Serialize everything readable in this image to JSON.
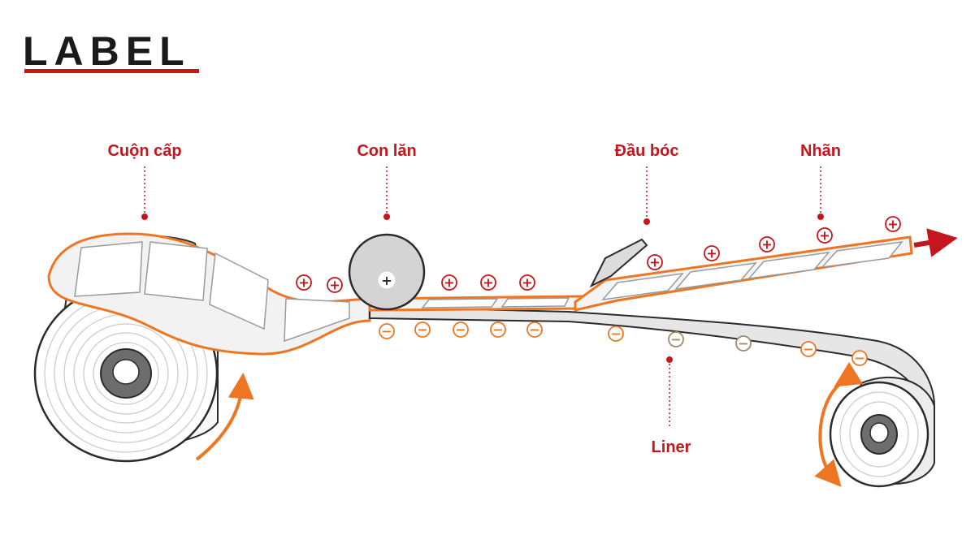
{
  "logo": {
    "text": "LABEL"
  },
  "callouts": {
    "supply_roll": "Cuộn cấp",
    "roller": "Con lăn",
    "peel_head": "Đầu bóc",
    "label": "Nhãn",
    "liner": "Liner"
  },
  "signs": {
    "plus": "+",
    "minus": "−"
  },
  "colors": {
    "brand_red": "#c4161c",
    "accent_orange": "#ee7623",
    "outline": "#2b2b2b",
    "roller_fill": "#d4d4d4",
    "liner_fill": "#e6e6e6",
    "core_dark": "#444444"
  }
}
